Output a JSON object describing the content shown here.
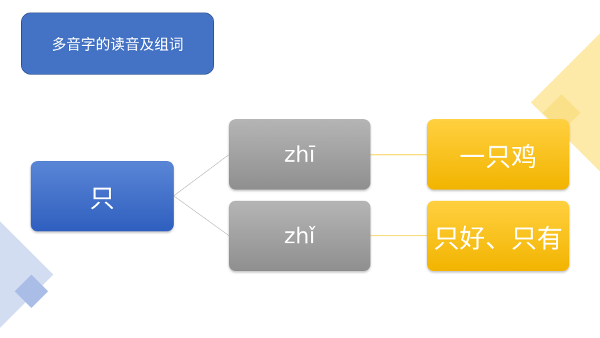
{
  "diagram": {
    "title": "多音字的读音及组词",
    "root": "只",
    "readings": [
      {
        "pinyin": "zhī",
        "words": "一只鸡"
      },
      {
        "pinyin": "zhǐ",
        "words": "只好、只有"
      }
    ]
  },
  "colors": {
    "title_fill": "#4472c4",
    "root_fill": "#3e6ec8",
    "pinyin_fill": "#a0a0a0",
    "word_fill": "#fbc20a",
    "root_connector": "#bfbfbf",
    "word_connector": "#f5c21b"
  }
}
